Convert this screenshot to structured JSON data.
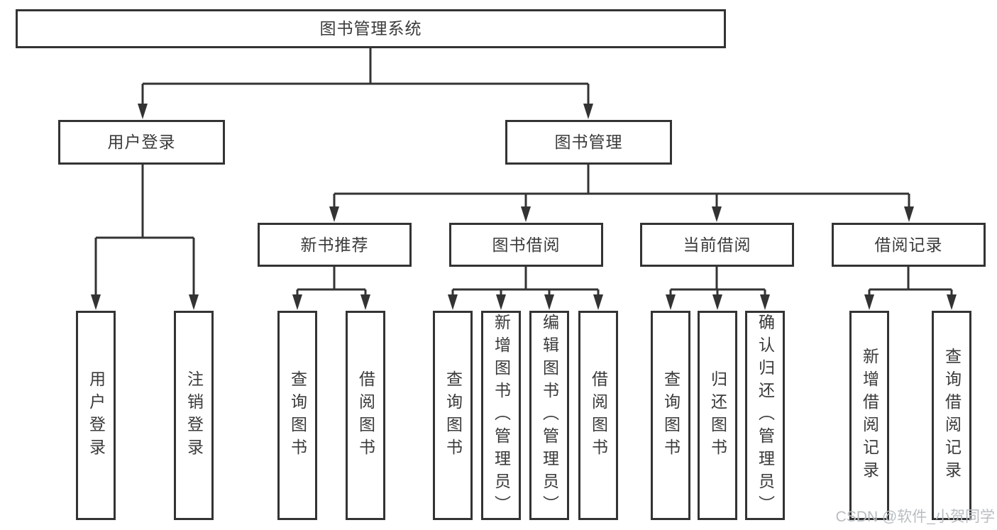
{
  "colors": {
    "line": "#333333",
    "text": "#3a3a3a",
    "background": "#ffffff",
    "watermark": "#b9bdc1"
  },
  "diagram": {
    "root": {
      "label": "图书管理系统"
    },
    "level2": [
      {
        "label": "用户登录"
      },
      {
        "label": "图书管理"
      }
    ],
    "user_leaves": [
      {
        "label": "用户登录"
      },
      {
        "label": "注销登录"
      }
    ],
    "level3": [
      {
        "label": "新书推荐"
      },
      {
        "label": "图书借阅"
      },
      {
        "label": "当前借阅"
      },
      {
        "label": "借阅记录"
      }
    ],
    "new_book_leaves": [
      {
        "label": "查询图书"
      },
      {
        "label": "借阅图书"
      }
    ],
    "borrow_leaves": [
      {
        "label": "查询图书"
      },
      {
        "label": "新增图书（管理员）"
      },
      {
        "label": "编辑图书（管理员）"
      },
      {
        "label": "借阅图书"
      }
    ],
    "current_leaves": [
      {
        "label": "查询图书"
      },
      {
        "label": "归还图书"
      },
      {
        "label": "确认归还（管理员）"
      }
    ],
    "record_leaves": [
      {
        "label": "新增借阅记录"
      },
      {
        "label": "查询借阅记录"
      }
    ]
  },
  "watermark": {
    "text": "CSDN @软件_小贺同学"
  }
}
